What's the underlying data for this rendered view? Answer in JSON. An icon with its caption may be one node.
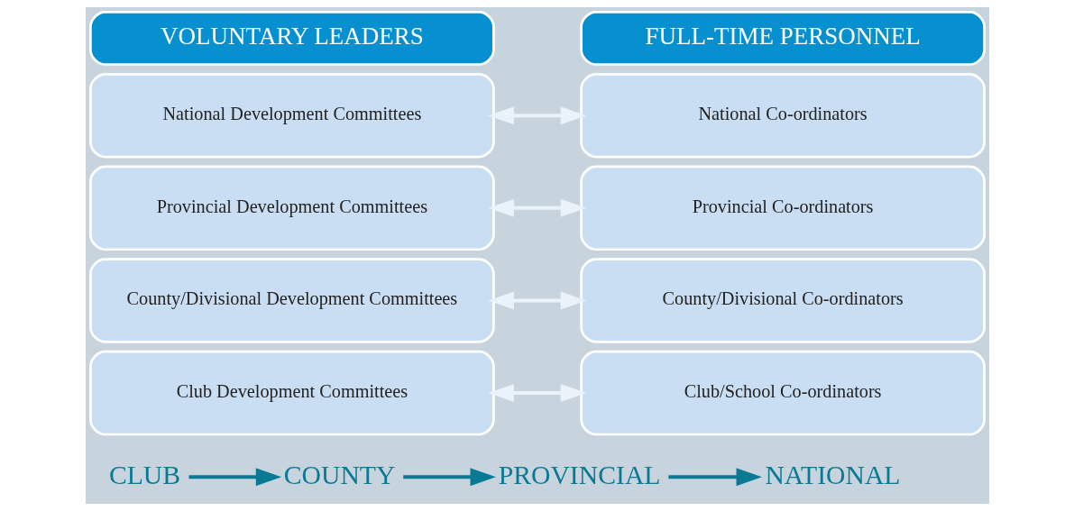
{
  "diagram": {
    "nodes": [
      {
        "text": [
          "VOLUNTARY LEADERS"
        ]
      },
      {
        "text": [
          "National Development Committees"
        ]
      },
      {
        "text": [
          "Provincial Development Committees"
        ]
      },
      {
        "text": [
          "County/Divisional Development Committees"
        ]
      },
      {
        "text": [
          "Club Development Committees"
        ]
      },
      {
        "text": [
          "FULL-TIME PERSONNEL"
        ]
      },
      {
        "text": [
          "National Co-ordinators"
        ]
      },
      {
        "text": [
          "Provincial Co-ordinators"
        ]
      },
      {
        "text": [
          "County/Divisional Co-ordinators"
        ]
      },
      {
        "text": [
          "Club/School Co-ordinators"
        ]
      },
      {
        "text": [
          "CLUB"
        ]
      },
      {
        "text": [
          "COUNTY"
        ]
      },
      {
        "text": [
          "PROVINCIAL"
        ]
      },
      {
        "text": [
          "NATIONAL"
        ]
      }
    ],
    "edges": [
      {
        "from": 1,
        "to": 6,
        "arrow": "both"
      },
      {
        "from": 2,
        "to": 7,
        "arrow": "both"
      },
      {
        "from": 3,
        "to": 8,
        "arrow": "both"
      },
      {
        "from": 4,
        "to": 9,
        "arrow": "both"
      },
      {
        "from": 10,
        "to": 11,
        "arrow": "to",
        "color": "#0a7a94"
      },
      {
        "from": 11,
        "to": 12,
        "arrow": "to",
        "color": "#0a7a94"
      },
      {
        "from": 12,
        "to": 13,
        "arrow": "to",
        "color": "#0a7a94"
      }
    ]
  }
}
